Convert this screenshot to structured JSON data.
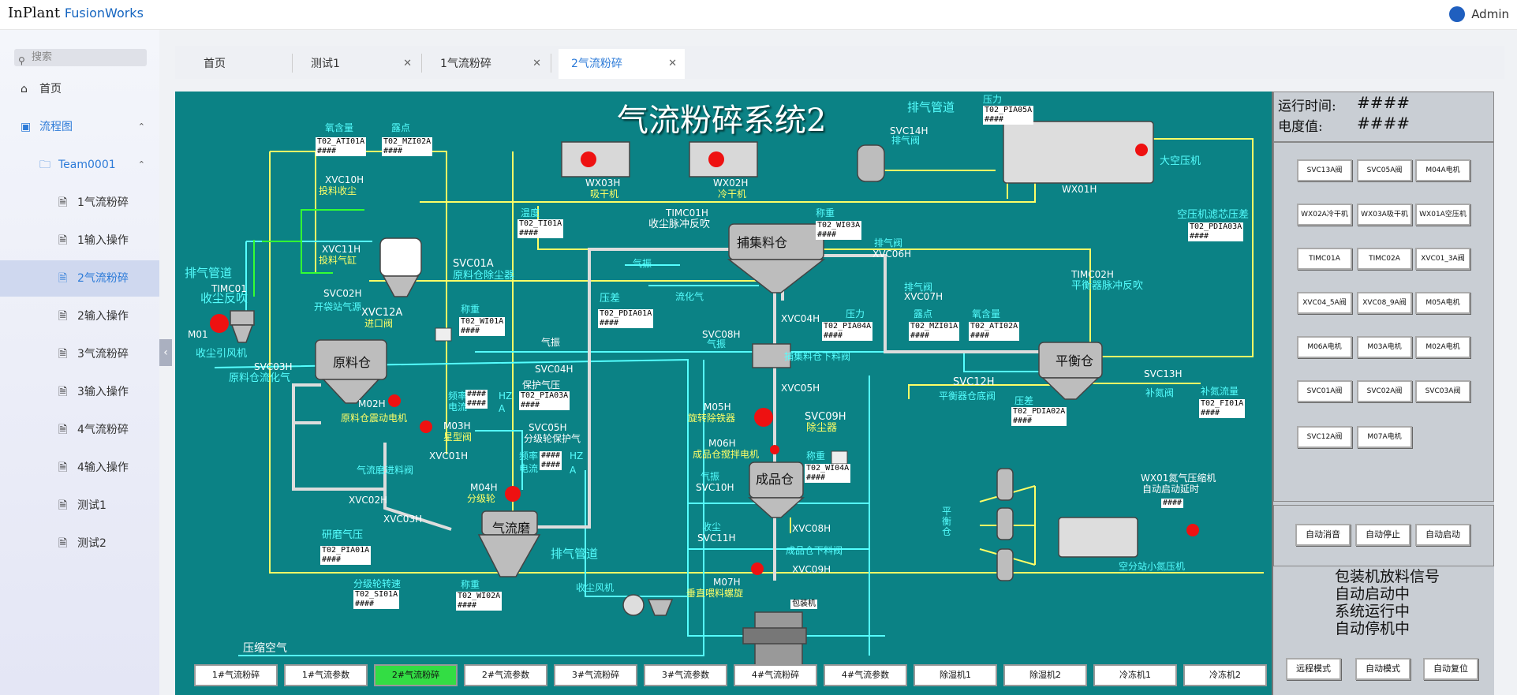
{
  "app": {
    "logo_main": "InPlant",
    "logo_sub": "FusionWorks",
    "user": "Admin"
  },
  "sidebar": {
    "search_placeholder": "搜索",
    "items": [
      {
        "label": "首页",
        "icon": "home-icon"
      },
      {
        "label": "流程图",
        "icon": "flow-icon"
      },
      {
        "label": "Team0001",
        "icon": "folder-icon"
      },
      {
        "label": "1气流粉碎",
        "icon": "file-icon"
      },
      {
        "label": "1输入操作",
        "icon": "file-icon"
      },
      {
        "label": "2气流粉碎",
        "icon": "file-icon"
      },
      {
        "label": "2输入操作",
        "icon": "file-icon"
      },
      {
        "label": "3气流粉碎",
        "icon": "file-icon"
      },
      {
        "label": "3输入操作",
        "icon": "file-icon"
      },
      {
        "label": "4气流粉碎",
        "icon": "file-icon"
      },
      {
        "label": "4输入操作",
        "icon": "file-icon"
      },
      {
        "label": "测试1",
        "icon": "file-icon"
      },
      {
        "label": "测试2",
        "icon": "file-icon"
      }
    ]
  },
  "tabs": [
    {
      "label": "首页"
    },
    {
      "label": "测试1"
    },
    {
      "label": "1气流粉碎"
    },
    {
      "label": "2气流粉碎"
    }
  ],
  "scada": {
    "title": "气流粉碎系统2",
    "labels": {
      "l1": "氧含量",
      "l2": "露点",
      "l3": "XVC10H",
      "l4": "投料收尘",
      "l5": "XVC11H",
      "l6": "投料气缸",
      "l7": "排气管道",
      "l8": "TIMC01",
      "l9": "收尘反吹",
      "l10": "SVC02H",
      "l11": "开袋站气源",
      "l12": "M01",
      "l13": "收尘引风机",
      "l14": "SVC03H",
      "l15": "原料仓流化气",
      "l16": "XVC12A",
      "l17": "进口阀",
      "l18": "SVC01A",
      "l19": "原料仓除尘器",
      "l20": "称重",
      "l21": "原料仓",
      "l22": "M02H",
      "l23": "原料仓震动电机",
      "l24": "M03H",
      "l25": "星型阀",
      "l26": "XVC01H",
      "l27": "气流磨进料阀",
      "l28": "XVC02H",
      "l29": "XVC03H",
      "l30": "研磨气压",
      "l31": "分级轮转速",
      "l32": "称重",
      "l33": "气流磨",
      "l34": "M04H",
      "l35": "分级轮",
      "l36": "频率",
      "l37": "电流",
      "l38": "HZ",
      "l39": "A",
      "l40": "保护气压",
      "l41": "气振",
      "l42": "SVC04H",
      "l43": "SVC05H",
      "l44": "分级轮保护气",
      "l45": "频率",
      "l46": "电流",
      "l47": "HZ",
      "l48": "A",
      "l49": "温度",
      "l50": "压差",
      "l51": "WX03H",
      "l52": "吸干机",
      "l53": "WX02H",
      "l54": "冷干机",
      "l55": "TIMC01H",
      "l56": "收尘脉冲反吹",
      "l57": "称重",
      "l58": "捕集料仓",
      "l59": "气振",
      "l60": "流化气",
      "l61": "排气阀",
      "l62": "XVC06H",
      "l63": "排气阀",
      "l64": "XVC07H",
      "l65": "XVC04H",
      "l66": "压力",
      "l67": "SVC08H",
      "l68": "气振",
      "l69": "捕集料仓下料阀",
      "l70": "XVC05H",
      "l71": "M05H",
      "l72": "旋转除铁器",
      "l73": "SVC09H",
      "l74": "除尘器",
      "l75": "M06H",
      "l76": "成品仓搅拌电机",
      "l77": "称重",
      "l78": "成品仓",
      "l79": "气振",
      "l80": "SVC10H",
      "l81": "XVC08H",
      "l82": "收尘",
      "l83": "SVC11H",
      "l84": "成品仓下料阀",
      "l85": "XVC09H",
      "l86": "M07H",
      "l87": "垂直喂料螺旋",
      "l88": "包装机",
      "l89": "排气管道",
      "l90": "收尘风机",
      "l91": "压缩空气",
      "l92": "排气管道",
      "l93": "压力",
      "l94": "SVC14H",
      "l95": "排气阀",
      "l96": "WX01H",
      "l97": "大空压机",
      "l98": "空压机滤芯压差",
      "l99": "TIMC02H",
      "l100": "平衡器脉冲反吹",
      "l101": "露点",
      "l102": "氧含量",
      "l103": "SVC12H",
      "l104": "平衡器仓底阀",
      "l105": "平衡仓",
      "l106": "SVC13H",
      "l107": "补氮阀",
      "l108": "补氮流量",
      "l109": "压差",
      "l110": "WX01氮气压缩机",
      "l111": "自动启动延时",
      "l112": "平衡仓",
      "l113": "空分站小氮压机"
    },
    "tags": {
      "t1": "T02_ATI01A",
      "t2": "T02_MZI02A",
      "t3": "T02_WI01A",
      "t4": "T02_PIA03A",
      "t5": "T02_TI01A",
      "t6": "T02_PDIA01A",
      "t7": "T02_PIA01A",
      "t8": "T02_SI01A",
      "t9": "T02_WI02A",
      "t10": "T02_WI03A",
      "t11": "T02_PIA04A",
      "t12": "T02_MZI01A",
      "t13": "T02_ATI02A",
      "t14": "T02_WI04A",
      "t15": "T02_PIA05A",
      "t16": "T02_PDIA03A",
      "t17": "T02_PDIA02A",
      "t18": "T02_FI01A"
    },
    "hash": "####",
    "bottom_buttons": [
      {
        "label": "1#气流粉碎"
      },
      {
        "label": "1#气流参数"
      },
      {
        "label": "2#气流粉碎",
        "active": true
      },
      {
        "label": "2#气流参数"
      },
      {
        "label": "3#气流粉碎"
      },
      {
        "label": "3#气流参数"
      },
      {
        "label": "4#气流粉碎"
      },
      {
        "label": "4#气流参数"
      },
      {
        "label": "除湿机1"
      },
      {
        "label": "除湿机2"
      },
      {
        "label": "冷冻机1"
      },
      {
        "label": "冷冻机2"
      }
    ]
  },
  "right": {
    "runtime_label": "运行时间:",
    "runtime_value": "####",
    "power_label": "电度值:",
    "power_value": "####",
    "buttons": [
      "SVC13A阀",
      "SVC05A阀",
      "M04A电机",
      "WX02A冷干机",
      "WX03A吸干机",
      "WX01A空压机",
      "TIMC01A",
      "TIMC02A",
      "XVC01_3A阀",
      "XVC04_5A阀",
      "XVC08_9A阀",
      "M05A电机",
      "M06A电机",
      "M03A电机",
      "M02A电机",
      "SVC01A阀",
      "SVC02A阀",
      "SVC03A阀",
      "SVC12A阀",
      "M07A电机"
    ],
    "auto_buttons": [
      "自动消音",
      "自动停止",
      "自动启动"
    ],
    "pack": [
      "包装机放料信号",
      "自动启动中",
      "系统运行中",
      "自动停机中"
    ],
    "mode_buttons": [
      "远程模式",
      "自动模式",
      "自动复位"
    ]
  },
  "colors": {
    "scada_bg": "#0b8285",
    "cyan": "#55ffff",
    "yellow": "#ffff66",
    "green": "#33dd44",
    "red": "#ee1111"
  }
}
